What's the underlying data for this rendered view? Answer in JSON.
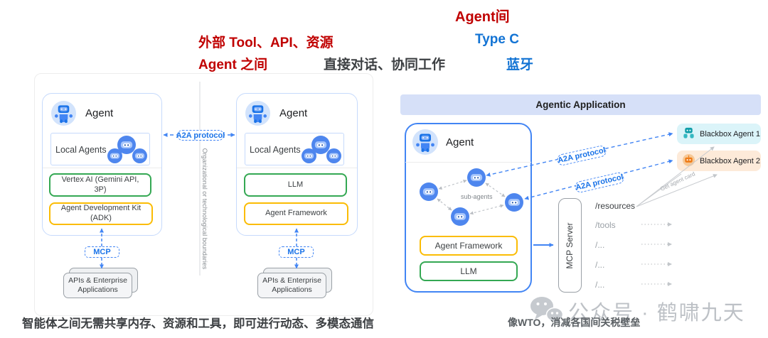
{
  "annotations": {
    "top_right_red": "Agent间",
    "line2_red": "外部 Tool、API、资源",
    "line2_blue": "Type C",
    "line3_red": "Agent 之间",
    "line3_gray": "直接对话、协同工作",
    "line3_blue": "蓝牙",
    "bottom_left": "智能体之间无需共享内存、资源和工具，即可进行动态、多模态通信",
    "bottom_right": "像WTO，消减各国间关税壁垒"
  },
  "watermark": {
    "text": "公众号 · 鹤啸九天"
  },
  "left_diagram": {
    "agent_a": {
      "title": "Agent",
      "local_agents": "Local Agents",
      "model_box": "Vertex AI (Gemini API, 3P)",
      "framework_box": "Agent Development Kit (ADK)",
      "mcp": "MCP",
      "apps": "APIs & Enterprise Applications"
    },
    "agent_b": {
      "title": "Agent",
      "local_agents": "Local Agents",
      "model_box": "LLM",
      "framework_box": "Agent Framework",
      "mcp": "MCP",
      "apps": "APIs & Enterprise Applications"
    },
    "a2a_label": "A2A protocol",
    "boundary_label": "Organizational or technological boundaries"
  },
  "right_diagram": {
    "header": "Agentic Application",
    "agent": {
      "title": "Agent",
      "sub_agents": "sub-agents",
      "framework": "Agent Framework",
      "llm": "LLM"
    },
    "mcp_server": "MCP Server",
    "a2a_1": "A2A protocol",
    "a2a_2": "A2A protocol",
    "get_agent_card": "Get agent card",
    "endpoints": [
      "/resources",
      "/tools",
      "/...",
      "/...",
      "/..."
    ],
    "blackbox_1": "Blackbox Agent 1",
    "blackbox_2": "Blackbox Agent 2"
  },
  "colors": {
    "annotation_red": "#c00000",
    "annotation_blue": "#1273d4",
    "google_blue": "#4285f4",
    "a2a_blue": "#1a73e8",
    "green_border": "#34a853",
    "yellow_border": "#fbbc04",
    "light_blue_border": "#c6dafc",
    "header_band": "#d6e0f8",
    "blackbox1_bg": "#dbf4f9",
    "blackbox2_bg": "#fdead9",
    "teal_icon": "#0f9da8",
    "orange_icon": "#ef7d1a",
    "watermark_gray": "#bdc1c6"
  }
}
